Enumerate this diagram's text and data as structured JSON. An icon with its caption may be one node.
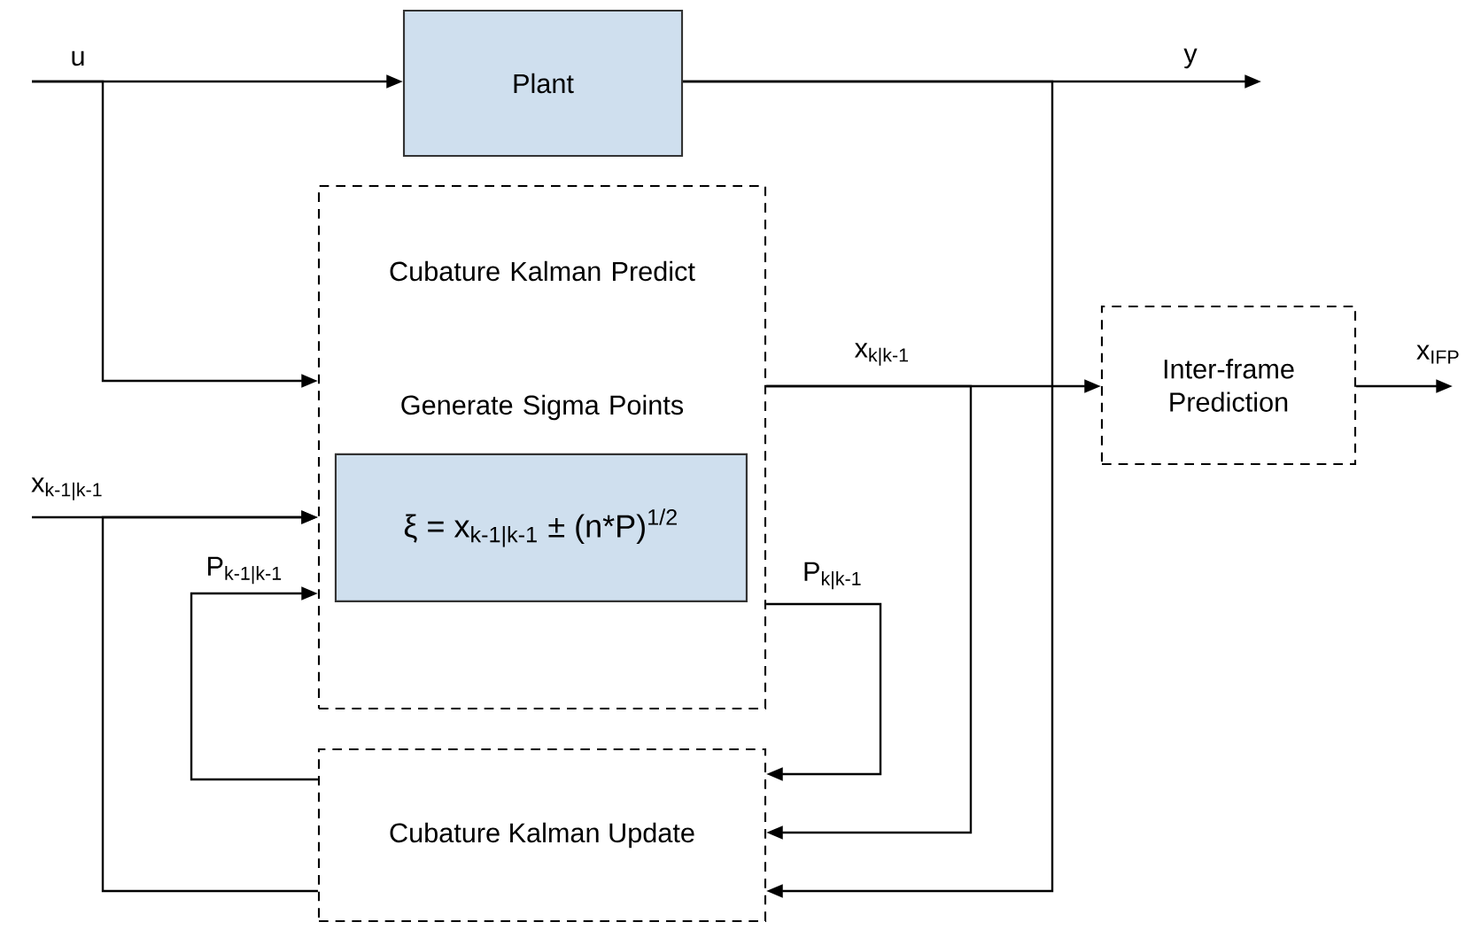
{
  "diagram": {
    "nodes": [
      {
        "text": [
          "Plant"
        ]
      },
      {
        "text": [
          "Cubature Kalman Predict",
          "Generate Sigma Points"
        ]
      },
      {
        "text": [
          "ξ = x$_{k-1|k-1}$ ± (n*P)$^{1/2}$"
        ],
        "in": 1
      },
      {
        "text": [
          "Inter-frame Prediction"
        ]
      },
      {
        "text": [
          "Cubature Kalman Update"
        ]
      }
    ],
    "edges": [
      {
        "from": null,
        "to": 0,
        "arrow": "to",
        "label": "u"
      },
      {
        "from": null,
        "to": 1,
        "arrow": "to"
      },
      {
        "from": 0,
        "to": null,
        "arrow": "to",
        "label": "y"
      },
      {
        "from": 0,
        "to": 4,
        "arrow": "to"
      },
      {
        "from": 1,
        "to": 3,
        "arrow": "to",
        "label": "x$_{k|k-1}$"
      },
      {
        "from": 1,
        "to": 4,
        "arrow": "to"
      },
      {
        "from": 3,
        "to": null,
        "arrow": "to",
        "label": "x$_{IFP}$"
      },
      {
        "from": null,
        "to": 1,
        "arrow": "to",
        "label": "x$_{k-1|k-1}$"
      },
      {
        "from": 4,
        "to": 1,
        "arrow": "to"
      },
      {
        "from": 4,
        "to": 1,
        "arrow": "to",
        "label": "P$_{k-1|k-1}$"
      },
      {
        "from": 1,
        "to": 4,
        "arrow": "to",
        "label": "P$_{k|k-1}$"
      }
    ]
  }
}
